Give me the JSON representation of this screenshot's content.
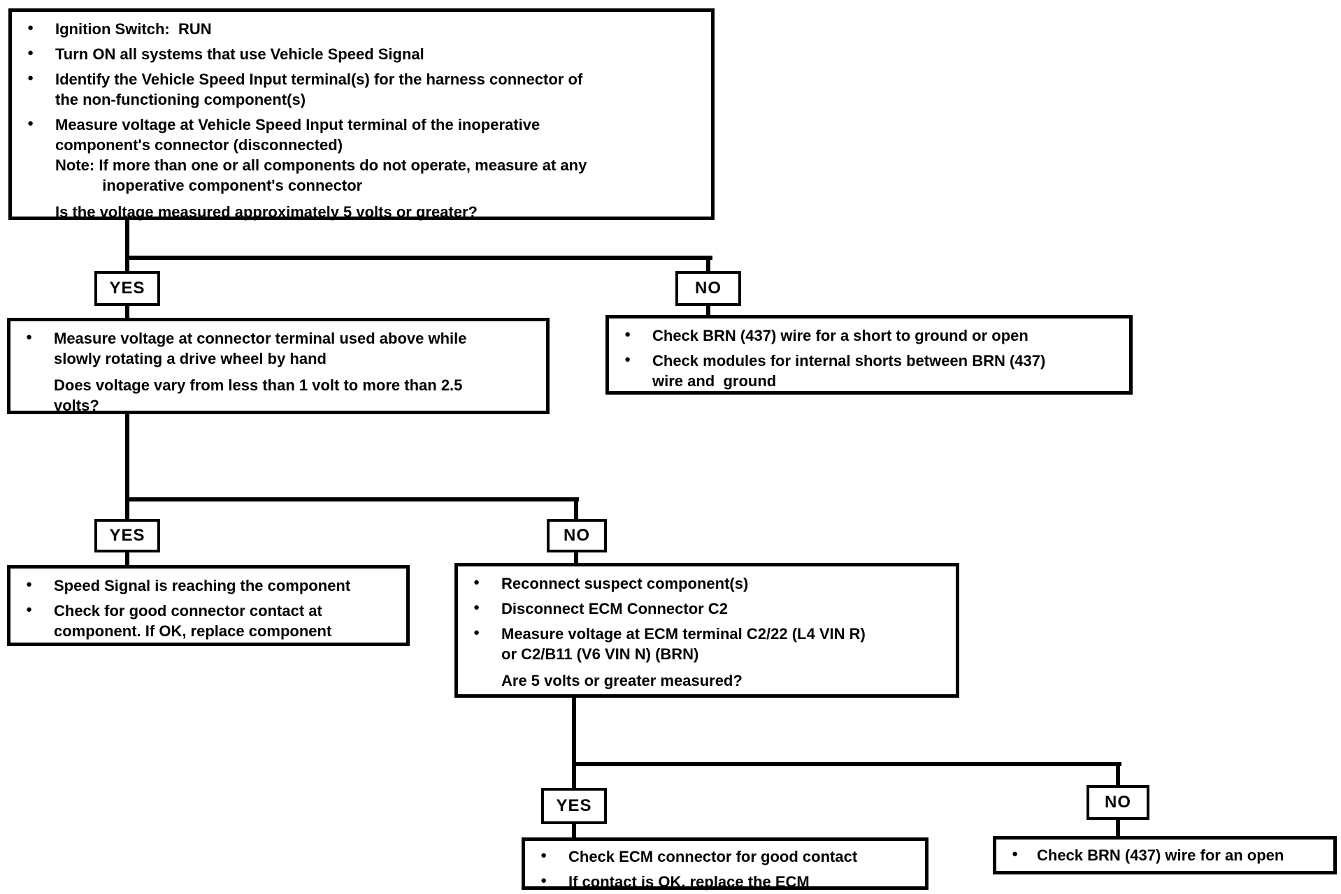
{
  "colors": {
    "ink": "#000000",
    "paper": "#ffffff"
  },
  "labels": {
    "yes": "YES",
    "no": "NO"
  },
  "start_box": {
    "items": [
      "Ignition Switch:  RUN",
      "Turn ON all systems that use Vehicle Speed Signal",
      "Identify the Vehicle Speed Input terminal(s) for the harness connector of\nthe non-functioning component(s)",
      "Measure voltage at Vehicle Speed Input terminal of the inoperative\ncomponent's connector (disconnected)\nNote: If more than one or all components do not operate, measure at any\n           inoperative component's connector"
    ],
    "question": "Is the voltage measured approximately 5 volts or greater?"
  },
  "yes1_box": {
    "items": [
      "Measure voltage at connector terminal used above while\nslowly rotating a drive wheel by hand"
    ],
    "question": "Does voltage vary from less than 1 volt to more than 2.5\nvolts?"
  },
  "no1_box": {
    "items": [
      "Check BRN (437) wire for a short to ground or open",
      "Check modules for internal shorts between BRN (437)\nwire and  ground"
    ]
  },
  "yes2_box": {
    "items": [
      "Speed Signal is reaching the component",
      "Check for good connector contact at\ncomponent. If OK, replace component"
    ]
  },
  "no2_box": {
    "items": [
      "Reconnect suspect component(s)",
      "Disconnect ECM Connector C2",
      "Measure voltage at ECM terminal C2/22 (L4 VIN R)\nor C2/B11 (V6 VIN N) (BRN)"
    ],
    "question": "Are 5 volts or greater measured?"
  },
  "yes3_box": {
    "items": [
      "Check ECM connector for good contact",
      "If contact is OK, replace the ECM"
    ]
  },
  "no3_box": {
    "items": [
      "Check BRN (437) wire for an open"
    ]
  }
}
